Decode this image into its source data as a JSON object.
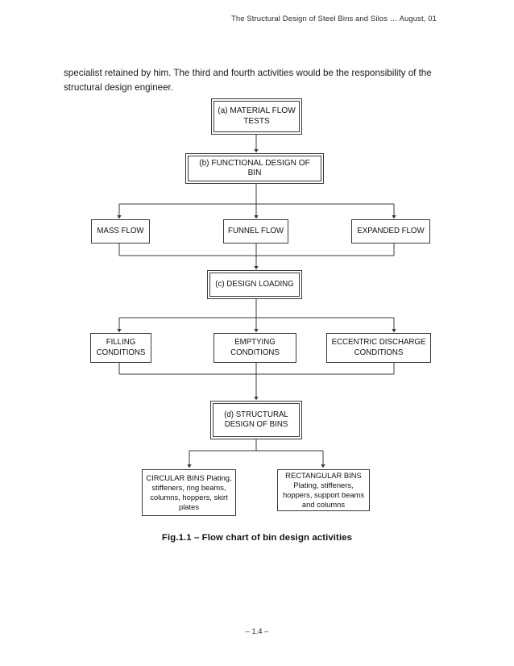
{
  "document": {
    "header": "The Structural Design of Steel Bins and Silos … August, 01",
    "paragraph": "specialist retained by him. The third and fourth activities would be the responsibility of the structural design engineer.",
    "figure_caption": "Fig.1.1 – Flow chart of bin design activities",
    "page_number": "– 1.4 –"
  },
  "flowchart": {
    "title": "Flow chart of bin design activities",
    "nodes": {
      "a": "(a)  MATERIAL FLOW TESTS",
      "b": "(b) FUNCTIONAL DESIGN OF BIN",
      "flow_mass": "MASS FLOW",
      "flow_funnel": "FUNNEL FLOW",
      "flow_expanded": "EXPANDED FLOW",
      "c": "(c) DESIGN LOADING",
      "cond_filling": "FILLING CONDITIONS",
      "cond_emptying": "EMPTYING CONDITIONS",
      "cond_eccentric": "ECCENTRIC DISCHARGE CONDITIONS",
      "d": "(d) STRUCTURAL DESIGN OF BINS",
      "circular": "CIRCULAR BINS Plating, stiffeners, ring beams, columns, hoppers, skirt plates",
      "rectangular": "RECTANGULAR BINS Plating, stiffeners, hoppers, support beams and columns"
    },
    "colors": {
      "line": "#3a3a3a",
      "text": "#111111",
      "background": "#ffffff"
    }
  }
}
